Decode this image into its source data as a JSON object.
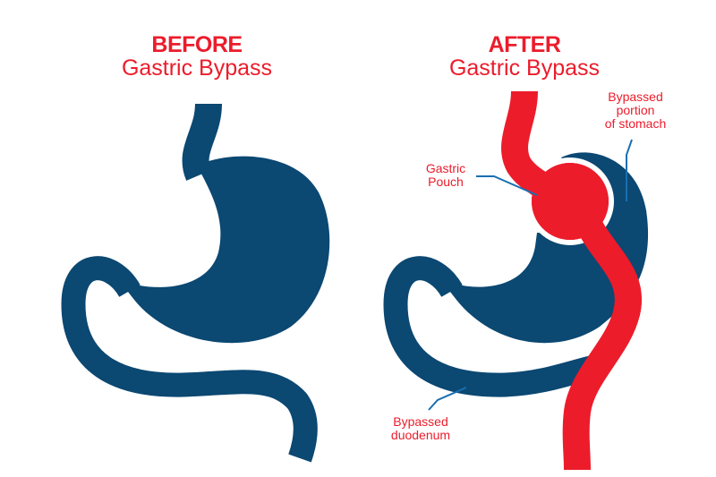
{
  "colors": {
    "stomach": "#0b4872",
    "bypass": "#ec1c2b",
    "leader": "#1a6fb0"
  },
  "before": {
    "heading": "BEFORE",
    "subheading": "Gastric Bypass"
  },
  "after": {
    "heading": "AFTER",
    "subheading": "Gastric Bypass"
  },
  "labels": {
    "bypassed_stomach": [
      "Bypassed",
      "portion",
      "of stomach"
    ],
    "gastric_pouch": [
      "Gastric",
      "Pouch"
    ],
    "bypassed_duodenum": [
      "Bypassed",
      "duodenum"
    ]
  }
}
